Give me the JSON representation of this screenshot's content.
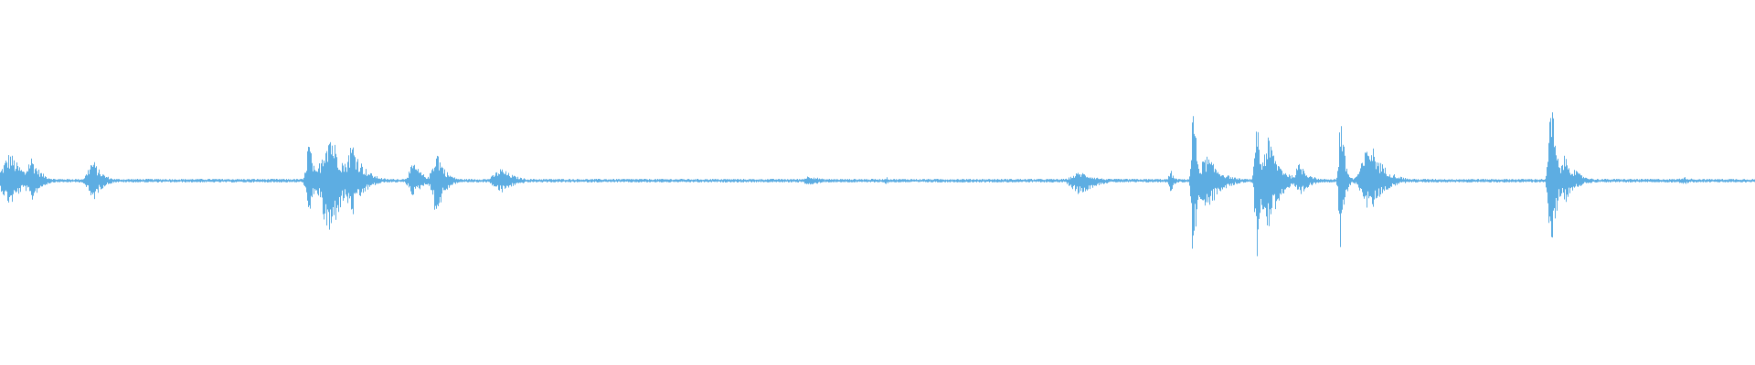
{
  "waveform": {
    "color": "#5dade2",
    "background": "#ffffff",
    "baseline_amplitude": 0.01,
    "bursts": [
      {
        "center": 0.006,
        "width": 0.012,
        "peak": 0.16,
        "min": 0.14
      },
      {
        "center": 0.018,
        "width": 0.008,
        "peak": 0.14,
        "min": 0.12
      },
      {
        "center": 0.053,
        "width": 0.008,
        "peak": 0.12,
        "min": 0.12
      },
      {
        "center": 0.176,
        "width": 0.004,
        "peak": 0.24,
        "min": 0.26
      },
      {
        "center": 0.188,
        "width": 0.012,
        "peak": 0.3,
        "min": 0.34
      },
      {
        "center": 0.201,
        "width": 0.01,
        "peak": 0.22,
        "min": 0.2
      },
      {
        "center": 0.236,
        "width": 0.008,
        "peak": 0.1,
        "min": 0.09
      },
      {
        "center": 0.249,
        "width": 0.007,
        "peak": 0.18,
        "min": 0.2
      },
      {
        "center": 0.286,
        "width": 0.012,
        "peak": 0.07,
        "min": 0.07
      },
      {
        "center": 0.462,
        "width": 0.01,
        "peak": 0.03,
        "min": 0.03
      },
      {
        "center": 0.505,
        "width": 0.004,
        "peak": 0.02,
        "min": 0.02
      },
      {
        "center": 0.616,
        "width": 0.014,
        "peak": 0.05,
        "min": 0.08
      },
      {
        "center": 0.667,
        "width": 0.003,
        "peak": 0.06,
        "min": 0.07
      },
      {
        "center": 0.68,
        "width": 0.003,
        "peak": 0.47,
        "min": 0.52
      },
      {
        "center": 0.688,
        "width": 0.012,
        "peak": 0.14,
        "min": 0.18
      },
      {
        "center": 0.716,
        "width": 0.003,
        "peak": 0.42,
        "min": 0.45
      },
      {
        "center": 0.723,
        "width": 0.01,
        "peak": 0.24,
        "min": 0.28
      },
      {
        "center": 0.741,
        "width": 0.008,
        "peak": 0.1,
        "min": 0.1
      },
      {
        "center": 0.764,
        "width": 0.003,
        "peak": 0.45,
        "min": 0.48
      },
      {
        "center": 0.781,
        "width": 0.012,
        "peak": 0.22,
        "min": 0.18
      },
      {
        "center": 0.884,
        "width": 0.004,
        "peak": 0.51,
        "min": 0.55
      },
      {
        "center": 0.892,
        "width": 0.01,
        "peak": 0.14,
        "min": 0.12
      },
      {
        "center": 0.96,
        "width": 0.01,
        "peak": 0.02,
        "min": 0.02
      }
    ]
  }
}
